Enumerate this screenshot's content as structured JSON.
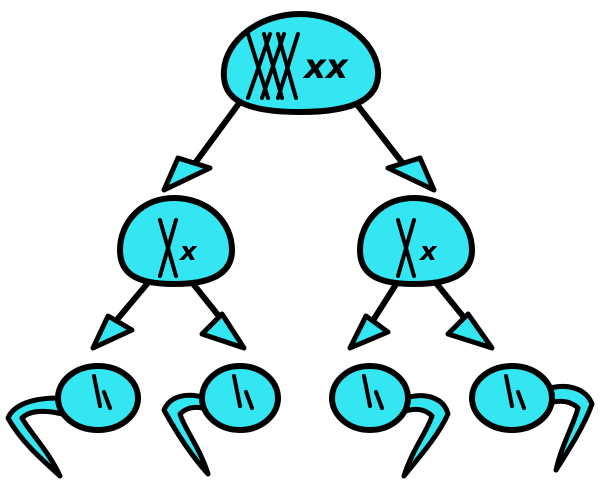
{
  "colors": {
    "cell_fill": "#33e6f2",
    "stroke": "#000000",
    "background": "#ffffff"
  },
  "diagram": {
    "parent_cell": {
      "name": "diploid-parent-cell",
      "chromosome_glyph": "two-pairs-of-chromosomes",
      "small_mark": "xx"
    },
    "daughter_cells": [
      {
        "name": "daughter-cell-left",
        "small_mark": "x"
      },
      {
        "name": "daughter-cell-right",
        "small_mark": "x"
      }
    ],
    "gametes": [
      {
        "name": "sperm-cell-1"
      },
      {
        "name": "sperm-cell-2"
      },
      {
        "name": "sperm-cell-3"
      },
      {
        "name": "sperm-cell-4"
      }
    ]
  }
}
